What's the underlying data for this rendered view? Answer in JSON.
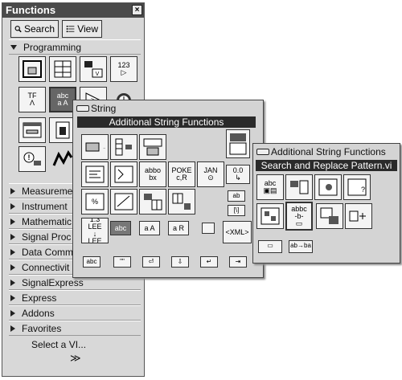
{
  "palette": {
    "title": "Functions",
    "close_glyph": "×",
    "search_label": "Search",
    "view_label": "View",
    "programming_label": "Programming",
    "categories": [
      "Measurement",
      "Instrument",
      "Mathematic",
      "Signal Proc",
      "Data Comm",
      "Connectivit",
      "SignalExpress",
      "Express",
      "Addons",
      "Favorites"
    ],
    "select_vi": "Select a VI...",
    "more_glyph": "≫"
  },
  "string_palette": {
    "header": "String",
    "bar_label": "Additional String Functions"
  },
  "additional_palette": {
    "header": "Additional String Functions",
    "bar_label": "Search and Replace Pattern.vi"
  },
  "icon_text": {
    "num123": "123",
    "tf": "TF",
    "abc": "abc",
    "aa": "a A",
    "lee": "1.3 LEE",
    "aA2": "a A",
    "xml": "<XML>",
    "abcba": "ab→ba",
    "poke": "POKE",
    "jan": "JAN",
    "num00": "0.0",
    "dots": "\"\"",
    "abc2": "abc",
    "aR": "a R",
    "search": "abc",
    "ab": "ab"
  }
}
